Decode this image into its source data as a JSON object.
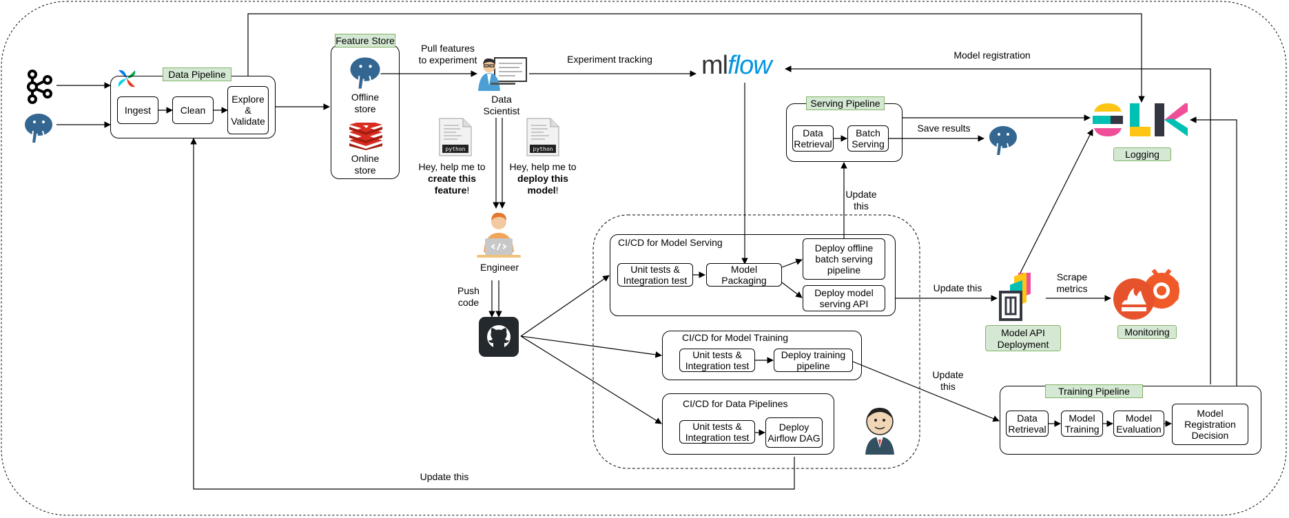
{
  "data_pipeline": {
    "title": "Data Pipeline",
    "steps": [
      "Ingest",
      "Clean",
      "Explore\n&\nValidate"
    ]
  },
  "feature_store": {
    "title": "Feature Store",
    "offline_label": "Offline\nstore",
    "online_label": "Online\nstore"
  },
  "data_scientist": {
    "label": "Data\nScientist",
    "pull_label": "Pull features\nto experiment",
    "tracking_label": "Experiment tracking"
  },
  "mlflow": {
    "logo_text_a": "ml",
    "logo_text_b": "flow"
  },
  "model_registration_label": "Model registration",
  "requests": {
    "feature": {
      "pre": "Hey, help me to",
      "bold1": "create this",
      "bold2": "feature",
      "post": "!"
    },
    "model": {
      "pre": "Hey, help me to",
      "bold1": "deploy this",
      "bold2": "model",
      "post": "!"
    },
    "script_logo": "python"
  },
  "engineer": {
    "label": "Engineer",
    "push_label": "Push\ncode"
  },
  "serving_pipeline": {
    "title": "Serving Pipeline",
    "steps": [
      "Data\nRetrieval",
      "Batch\nServing"
    ],
    "save_label": "Save results"
  },
  "update_labels": {
    "serving": "Update\nthis",
    "api": "Update this",
    "training": "Update\nthis",
    "data": "Update this"
  },
  "cicd_serving": {
    "title": "CI/CD for Model Serving",
    "tests": "Unit tests &\nIntegration test",
    "packaging": "Model Packaging",
    "offline": "Deploy offline\nbatch serving\npipeline",
    "api": "Deploy model\nserving API"
  },
  "cicd_training": {
    "title": "CI/CD for Model Training",
    "tests": "Unit tests &\nIntegration test",
    "deploy": "Deploy training\npipeline"
  },
  "cicd_data": {
    "title": "CI/CD for Data Pipelines",
    "tests": "Unit tests &\nIntegration test",
    "deploy": "Deploy\nAirflow DAG"
  },
  "training_pipeline": {
    "title": "Training Pipeline",
    "steps": [
      "Data\nRetrieval",
      "Model\nTraining",
      "Model\nEvaluation",
      "Model\nRegistration\nDecision"
    ]
  },
  "model_api": {
    "label": "Model API\nDeployment",
    "scrape_label": "Scrape\nmetrics"
  },
  "logging": {
    "label": "Logging"
  },
  "monitoring": {
    "label": "Monitoring"
  },
  "colors": {
    "tag_fill": "#d5e8d4",
    "tag_border": "#82b366",
    "postgres": "#336791",
    "redis": "#d82c20",
    "mlflow_blue": "#0194e2",
    "elk_yellow": "#fec514",
    "elk_pink": "#f04e98",
    "elk_teal": "#00bfb3",
    "grafana_orange": "#f05a28",
    "github": "#24292e"
  }
}
